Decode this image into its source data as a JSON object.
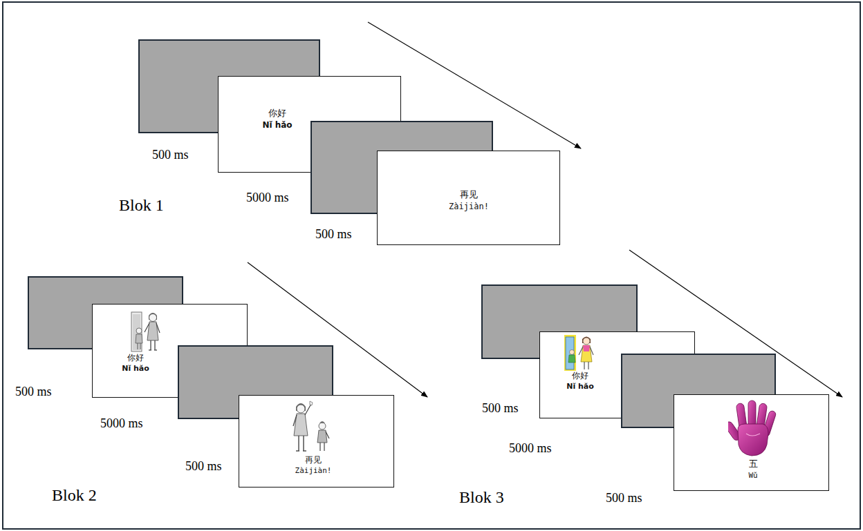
{
  "diagram": {
    "nodes": [
      {
        "text": [
          "你好",
          "Nǐ hǎo"
        ]
      },
      {
        "text": [
          "再见",
          "Zàijiàn!"
        ]
      },
      {
        "text": [
          "你好",
          "Nǐ hǎo"
        ]
      },
      {
        "text": [
          "再见",
          "Zàijiàn!"
        ]
      },
      {
        "text": [
          "你好",
          "Nǐ hǎo"
        ]
      },
      {
        "text": [
          "五",
          "Wǔ"
        ]
      }
    ],
    "labels": [
      "500 ms",
      "5000 ms",
      "500 ms",
      "Blok 1",
      "500 ms",
      "5000 ms",
      "500 ms",
      "Blok 2",
      "500 ms",
      "5000 ms",
      "500 ms",
      "Blok 3"
    ]
  }
}
